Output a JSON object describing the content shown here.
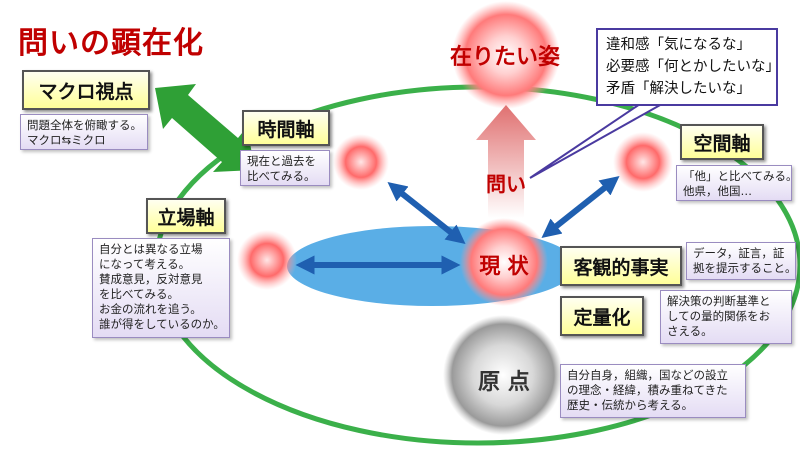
{
  "title": "問いの顕在化",
  "goal": "在りたい姿",
  "question": "問い",
  "current": "現 状",
  "origin": "原 点",
  "callout": {
    "lines": [
      "違和感「気になるな」",
      "必要感「何とかしたいな」",
      "矛盾「解決したいな」"
    ]
  },
  "macro": {
    "label": "マクロ視点",
    "desc": [
      "問題全体を俯瞰する。",
      "マクロ⇆ミクロ"
    ]
  },
  "time_axis": {
    "label": "時間軸",
    "desc": [
      "現在と過去を",
      "比べてみる。"
    ]
  },
  "space_axis": {
    "label": "空間軸",
    "desc": [
      "「他」と比べてみる。",
      "他県，他国…"
    ]
  },
  "standpoint_axis": {
    "label": "立場軸",
    "desc": [
      "自分とは異なる立場",
      "になって考える。",
      "賛成意見，反対意見",
      "を比べてみる。",
      "お金の流れを追う。",
      "誰が得をしているのか。"
    ]
  },
  "objective_facts": {
    "label": "客観的事実",
    "desc": [
      "データ，証言，証",
      "拠を提示すること。"
    ]
  },
  "quantification": {
    "label": "定量化",
    "desc": [
      "解決策の判断基準と",
      "しての量的関係をお",
      "さえる。"
    ]
  },
  "origin_desc": {
    "desc": [
      "自分自身，組織，国などの設立",
      "の理念・経緯，積み重ねてきた",
      "歴史・伝統から考える。"
    ]
  }
}
